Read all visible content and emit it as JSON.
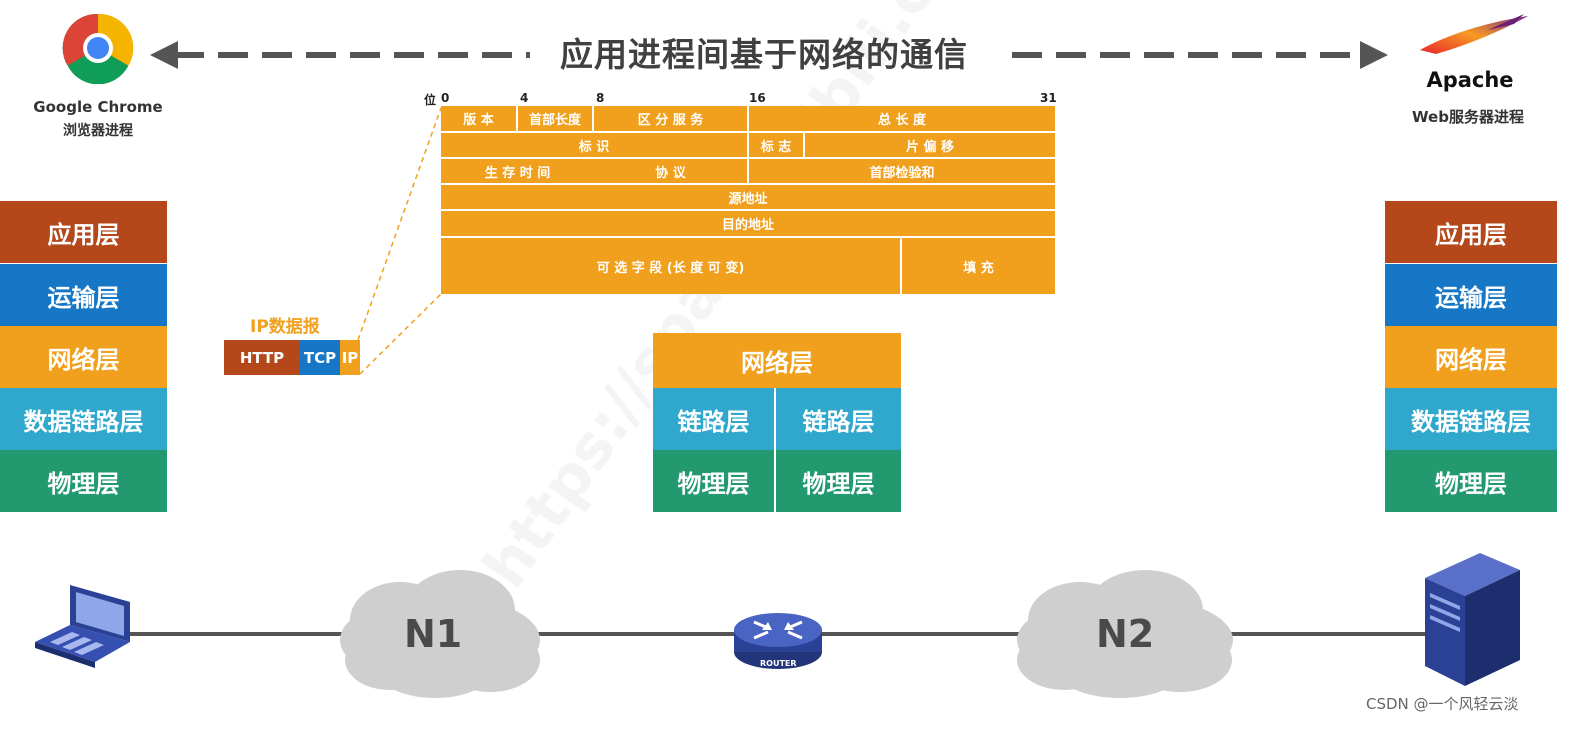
{
  "title": "应用进程间基于网络的通信",
  "left_app": {
    "name": "Google Chrome",
    "role": "浏览器进程"
  },
  "right_app": {
    "name": "Apache",
    "role": "Web服务器进程"
  },
  "left_stack": [
    "应用层",
    "运输层",
    "网络层",
    "数据链路层",
    "物理层"
  ],
  "right_stack": [
    "应用层",
    "运输层",
    "网络层",
    "数据链路层",
    "物理层"
  ],
  "router_stack": {
    "top": "网络层",
    "link_left": "链路层",
    "link_right": "链路层",
    "phys_left": "物理层",
    "phys_right": "物理层"
  },
  "packet": {
    "label": "IP数据报",
    "segments": [
      "HTTP",
      "TCP",
      "IP"
    ]
  },
  "ip_header": {
    "bit_label": "位",
    "bits": [
      "0",
      "4",
      "8",
      "16",
      "31"
    ],
    "rows": [
      [
        "版 本",
        "首部长度",
        "区 分 服 务",
        "总 长 度"
      ],
      [
        "标 识",
        "标 志",
        "片 偏 移"
      ],
      [
        "生 存 时 间",
        "协 议",
        "首部检验和"
      ],
      [
        "源地址"
      ],
      [
        "目的地址"
      ],
      [
        "可 选 字 段 (长 度 可 变)",
        "填 充"
      ]
    ]
  },
  "network": {
    "cloud_left": "N1",
    "cloud_right": "N2",
    "router_label": "ROUTER"
  },
  "watermark": "https://space.bilibili.com",
  "credit": "CSDN @一个风轻云淡",
  "colors": {
    "application": "#b5481a",
    "transport": "#1677c6",
    "network": "#f0a01c",
    "datalink": "#30a7cc",
    "physical": "#22996f",
    "arrow": "#555555"
  }
}
